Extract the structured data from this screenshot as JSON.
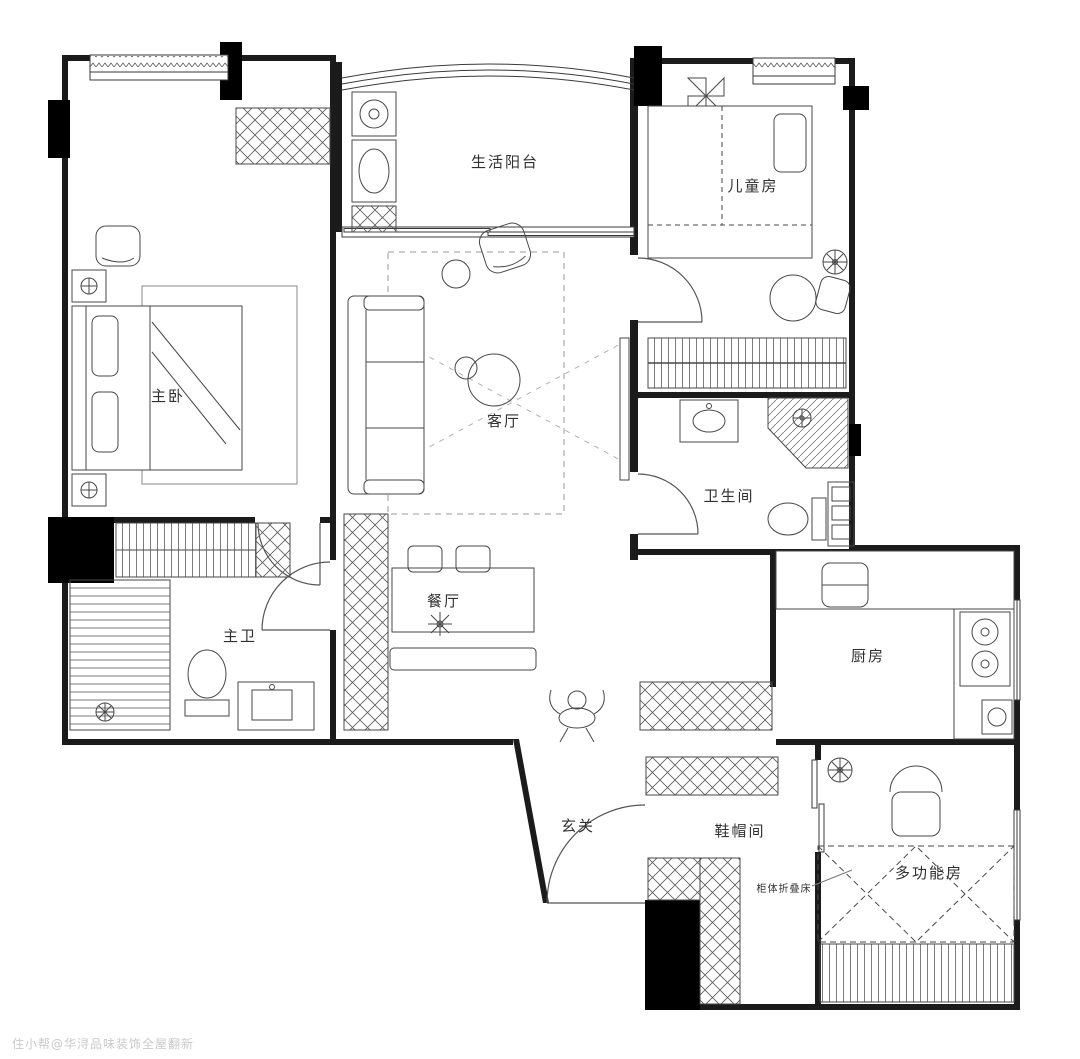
{
  "floorplan": {
    "watermark": "住小帮@华浔品味装饰全屋翻新",
    "rooms": [
      {
        "id": "balcony",
        "label": "生活阳台"
      },
      {
        "id": "kids_room",
        "label": "儿童房"
      },
      {
        "id": "master_bedroom",
        "label": "主卧"
      },
      {
        "id": "living_room",
        "label": "客厅"
      },
      {
        "id": "bathroom",
        "label": "卫生间"
      },
      {
        "id": "master_bath",
        "label": "主卫"
      },
      {
        "id": "dining_room",
        "label": "餐厅"
      },
      {
        "id": "kitchen",
        "label": "厨房"
      },
      {
        "id": "entry",
        "label": "玄关"
      },
      {
        "id": "cloakroom",
        "label": "鞋帽间"
      },
      {
        "id": "multi_room",
        "label": "多功能房"
      }
    ],
    "annotations": [
      {
        "id": "folding_bed",
        "label": "柜体折叠床"
      }
    ],
    "colors": {
      "wall": "#1b1b1b",
      "line": "#474747",
      "light_line": "#8a8a8a",
      "label": "#303030",
      "watermark": "#c9c9c9"
    }
  }
}
